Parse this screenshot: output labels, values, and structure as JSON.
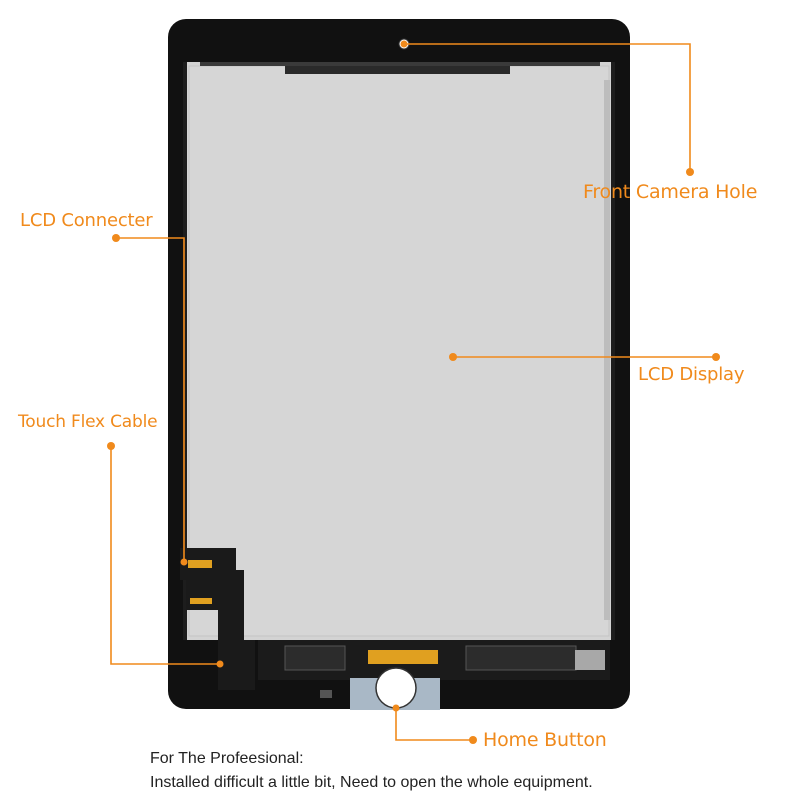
{
  "callouts": {
    "front_camera_hole": "Front Camera Hole",
    "lcd_connecter": "LCD Connecter",
    "lcd_display": "LCD Display",
    "touch_flex_cable": "Touch Flex Cable",
    "home_button": "Home Button"
  },
  "caption": {
    "line1": "For The Profeesional:",
    "line2": "Installed difficult a little bit, Need to open the whole equipment."
  },
  "colors": {
    "accent": "#f08a1c",
    "frame": "#111111",
    "panel": "#d3d3d3",
    "flex": "#1a1a1a",
    "gold": "#e0a020",
    "home_bracket": "#a9b8c6"
  }
}
